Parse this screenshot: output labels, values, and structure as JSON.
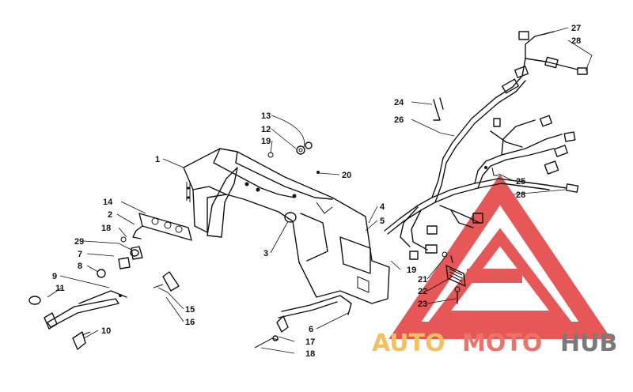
{
  "callouts": [
    {
      "id": "c1",
      "text": "1"
    },
    {
      "id": "c2",
      "text": "2"
    },
    {
      "id": "c3",
      "text": "3"
    },
    {
      "id": "c4",
      "text": "4"
    },
    {
      "id": "c5",
      "text": "5"
    },
    {
      "id": "c6",
      "text": "6"
    },
    {
      "id": "c7",
      "text": "7"
    },
    {
      "id": "c8",
      "text": "8"
    },
    {
      "id": "c9",
      "text": "9"
    },
    {
      "id": "c10",
      "text": "10"
    },
    {
      "id": "c11",
      "text": "11"
    },
    {
      "id": "c12",
      "text": "12"
    },
    {
      "id": "c13",
      "text": "13"
    },
    {
      "id": "c14",
      "text": "14"
    },
    {
      "id": "c15",
      "text": "15"
    },
    {
      "id": "c16",
      "text": "16"
    },
    {
      "id": "c17",
      "text": "17"
    },
    {
      "id": "c18a",
      "text": "18"
    },
    {
      "id": "c18b",
      "text": "18"
    },
    {
      "id": "c19a",
      "text": "19"
    },
    {
      "id": "c19b",
      "text": "19"
    },
    {
      "id": "c20",
      "text": "20"
    },
    {
      "id": "c21",
      "text": "21"
    },
    {
      "id": "c22",
      "text": "22"
    },
    {
      "id": "c23",
      "text": "23"
    },
    {
      "id": "c24",
      "text": "24"
    },
    {
      "id": "c25",
      "text": "25"
    },
    {
      "id": "c26",
      "text": "26"
    },
    {
      "id": "c27",
      "text": "27"
    },
    {
      "id": "c28a",
      "text": "28"
    },
    {
      "id": "c28b",
      "text": "28"
    },
    {
      "id": "c29",
      "text": "29"
    }
  ],
  "watermark": {
    "word_auto": "AUTO",
    "word_moto": "MOTO",
    "word_hub": "HUB",
    "color_auto": "#f2bf63",
    "color_moto": "#e9746c",
    "color_hub": "#7a7a7a",
    "logo_color": "#e23b3b"
  }
}
